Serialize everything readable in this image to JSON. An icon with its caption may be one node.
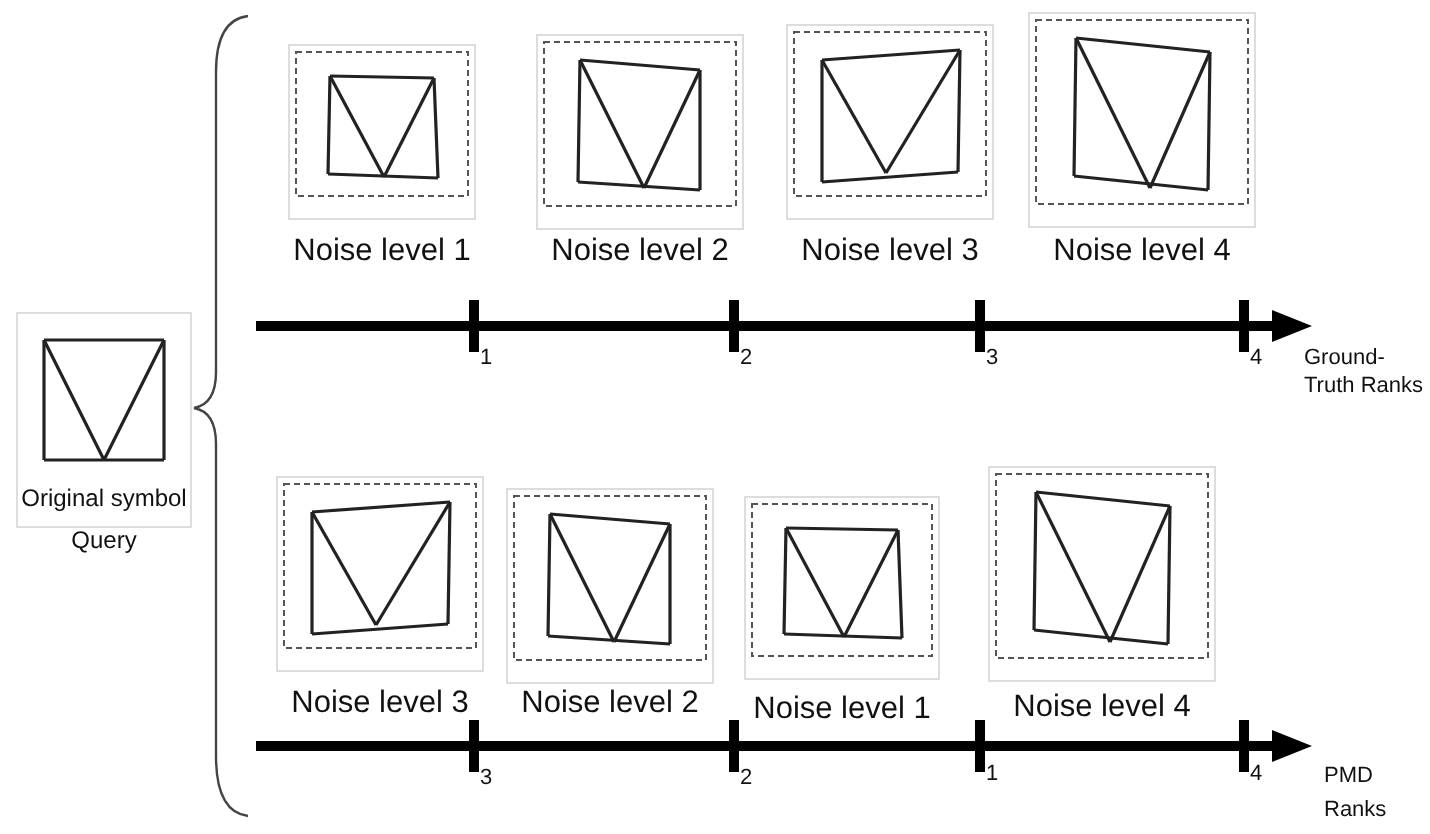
{
  "diagram": {
    "nodes": [
      {
        "text": [
          "Original symbol"
        ],
        "beside": [
          "Query"
        ]
      },
      {
        "text": [
          "Noise level 1"
        ]
      },
      {
        "text": [
          "Noise level 2"
        ]
      },
      {
        "text": [
          "Noise level 3"
        ]
      },
      {
        "text": [
          "Noise level 4"
        ]
      },
      {
        "text": [
          "Noise level 3"
        ]
      },
      {
        "text": [
          "Noise level 2"
        ]
      },
      {
        "text": [
          "Noise level 1"
        ]
      },
      {
        "text": [
          "Noise level 4"
        ]
      }
    ],
    "edges": [],
    "labels": [
      "1",
      "2",
      "3",
      "4",
      "Ground-Truth Ranks",
      "3",
      "2",
      "1",
      "4",
      "PMD Ranks"
    ]
  }
}
